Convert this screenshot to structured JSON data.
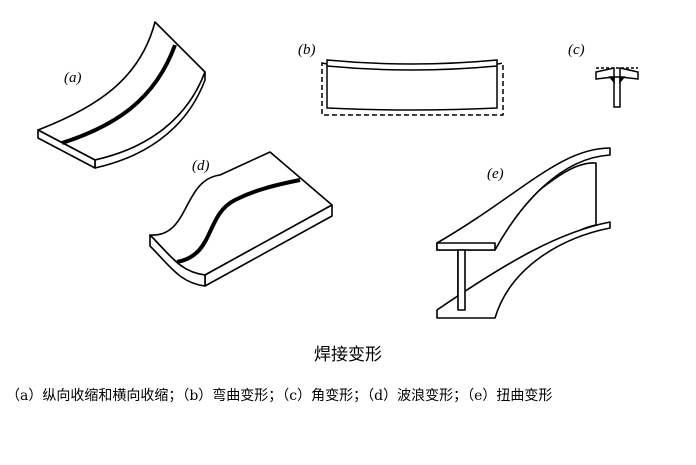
{
  "figure": {
    "panels": [
      {
        "id": "a",
        "label": "(a)"
      },
      {
        "id": "b",
        "label": "(b)"
      },
      {
        "id": "c",
        "label": "(c)"
      },
      {
        "id": "d",
        "label": "(d)"
      },
      {
        "id": "e",
        "label": "(e)"
      }
    ],
    "title": "焊接变形",
    "caption": "（a）纵向收缩和横向收缩；（b）弯曲变形；（c）角变形；（d）波浪变形；（e）扭曲变形"
  }
}
